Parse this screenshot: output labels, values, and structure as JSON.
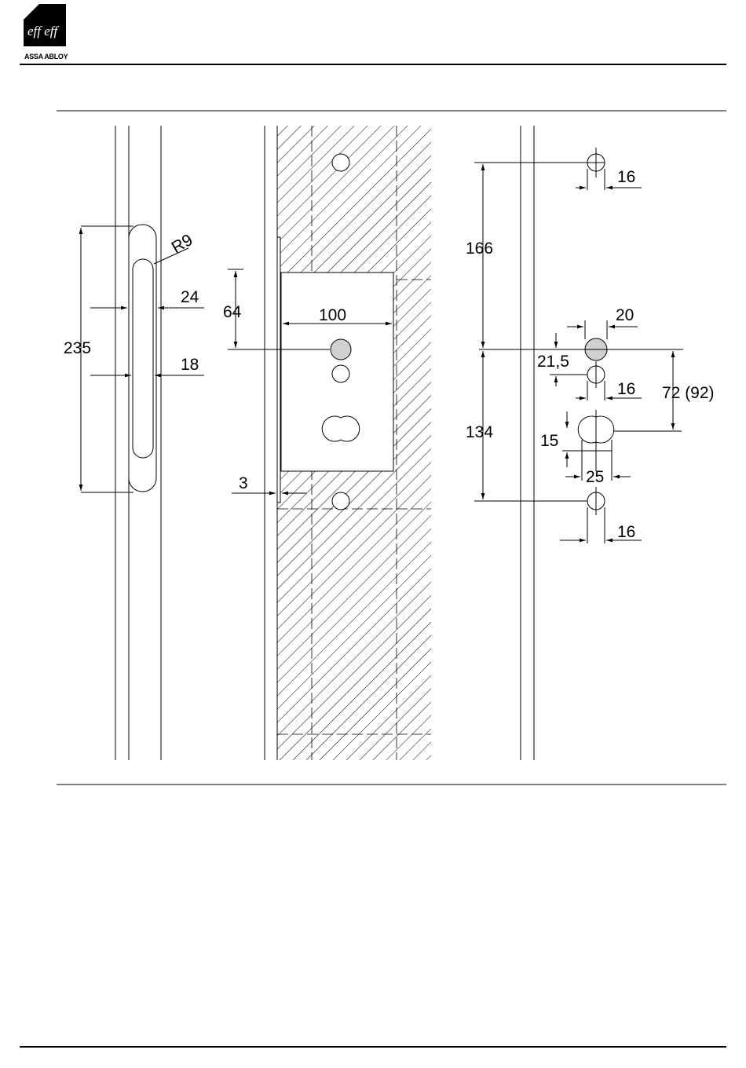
{
  "header": {
    "brand_text": "ASSA ABLOY",
    "logo_text": "eff eff"
  },
  "drawing": {
    "left_pull": {
      "length": "235",
      "radius": "R9",
      "outer_width": "24",
      "inner_width": "18"
    },
    "lock_case": {
      "backset": "100",
      "handle_offset": "64",
      "faceplate_thickness": "3"
    },
    "hole_pattern": {
      "top_hole_dia": "16",
      "top_distance": "166",
      "spindle_dia": "20",
      "spindle_offset": "21,5",
      "small_hole_dia": "16",
      "center_distance": "72 (92)",
      "cylinder_width": "15",
      "cylinder_length": "25",
      "bottom_distance": "134",
      "bottom_hole_dia": "16"
    }
  }
}
